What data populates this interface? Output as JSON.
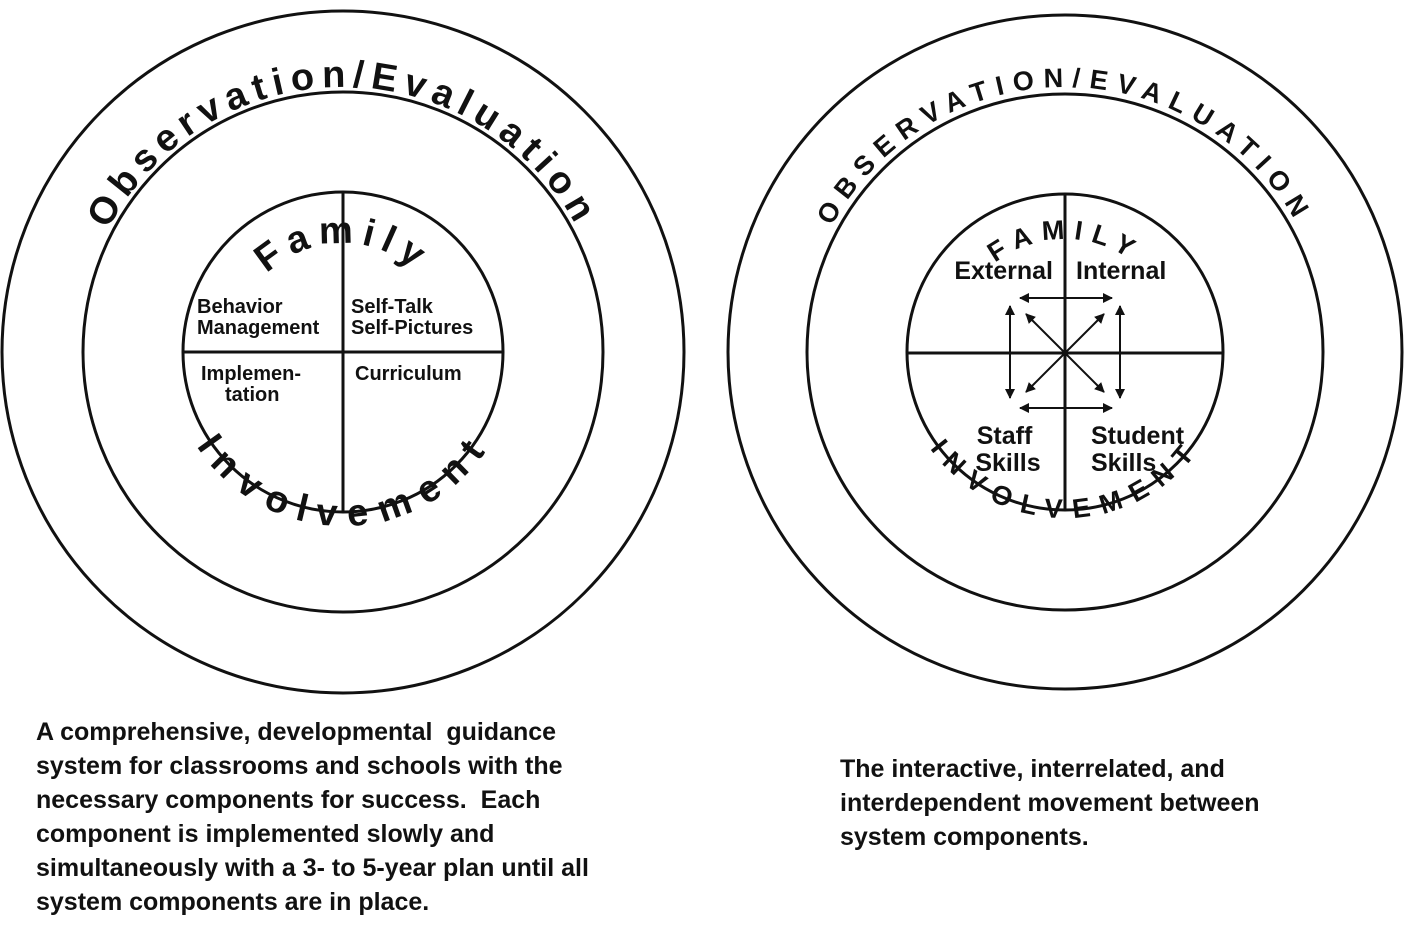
{
  "left_diagram": {
    "outer_ring_text": "Observation/Evaluation",
    "middle_top_text": "Family",
    "middle_bottom_text": "Involvement",
    "quadrants": {
      "top_left": [
        "Behavior",
        "Management"
      ],
      "top_right": [
        "Self-Talk",
        "Self-Pictures"
      ],
      "bottom_left": [
        "Implemen-",
        "tation"
      ],
      "bottom_right": [
        "Curriculum"
      ]
    }
  },
  "right_diagram": {
    "outer_ring_text": "OBSERVATION/EVALUATION",
    "middle_top_text": "FAMILY",
    "middle_bottom_text": "INVOLVEMENT",
    "quadrants": {
      "top_left": [
        "External"
      ],
      "top_right": [
        "Internal"
      ],
      "bottom_left": [
        "Staff",
        "Skills"
      ],
      "bottom_right": [
        "Student",
        "Skills"
      ]
    }
  },
  "captions": {
    "left": [
      "A comprehensive, developmental  guidance",
      "system for classrooms and schools with the",
      "necessary components for success.  Each",
      "component is implemented slowly and",
      "simultaneously with a 3- to 5-year plan until all",
      "system components are in place."
    ],
    "right": [
      "The interactive, interrelated, and",
      "interdependent movement between",
      "system components."
    ]
  }
}
